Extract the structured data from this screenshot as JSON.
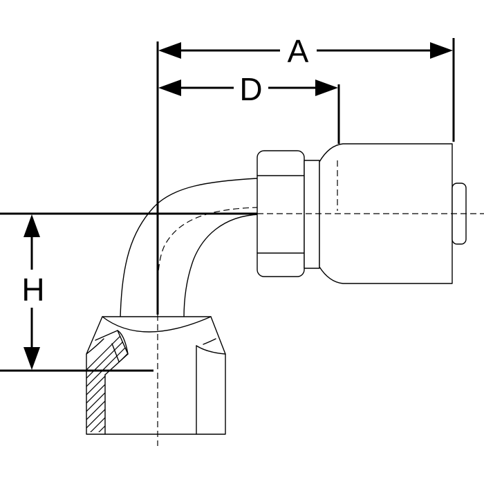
{
  "dimensions": {
    "a_label": "A",
    "d_label": "D",
    "h_label": "H"
  }
}
